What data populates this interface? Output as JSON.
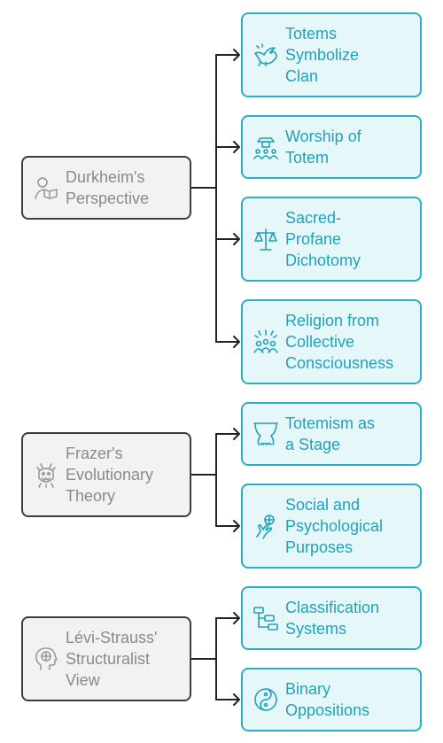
{
  "colors": {
    "root_border": "#3d3d3d",
    "root_fill": "#f2f2f2",
    "root_text": "#8a8a8a",
    "leaf_border": "#2bb0c3",
    "leaf_fill": "#e6f7fa",
    "leaf_text": "#21a2b7",
    "connector": "#222222"
  },
  "groups": [
    {
      "label": "Durkheim's\nPerspective",
      "icon": "reading-person-icon",
      "children": [
        {
          "label": "Totems\nSymbolize\nClan",
          "icon": "bird-icon"
        },
        {
          "label": "Worship of\nTotem",
          "icon": "worshippers-icon"
        },
        {
          "label": "Sacred-\nProfane\nDichotomy",
          "icon": "scales-icon"
        },
        {
          "label": "Religion from\nCollective\nConsciousness",
          "icon": "crowd-icon"
        }
      ]
    },
    {
      "label": "Frazer's\nEvolutionary\nTheory",
      "icon": "monster-icon",
      "children": [
        {
          "label": "Totemism as\na Stage",
          "icon": "stage-curtain-icon"
        },
        {
          "label": "Social and\nPsychological\nPurposes",
          "icon": "hand-brain-icon"
        }
      ]
    },
    {
      "label": "Lévi-Strauss'\nStructuralist\nView",
      "icon": "head-brain-icon",
      "children": [
        {
          "label": "Classification\nSystems",
          "icon": "hierarchy-icon"
        },
        {
          "label": "Binary\nOppositions",
          "icon": "yin-yang-icon"
        }
      ]
    }
  ]
}
